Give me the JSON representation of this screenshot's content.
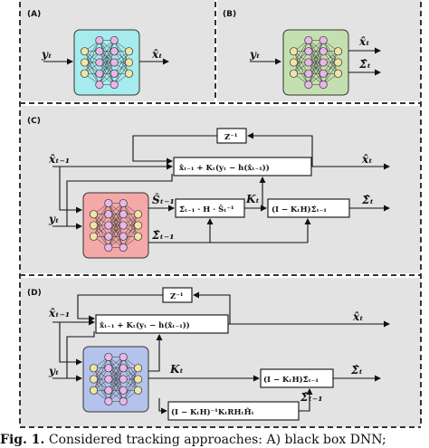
{
  "panels": {
    "a": {
      "label": "(A)",
      "input": "yₜ",
      "output": "x̂ₜ"
    },
    "b": {
      "label": "(B)",
      "input": "yₜ",
      "output_state": "x̂ₜ",
      "output_cov": "Σ̂ₜ"
    },
    "c": {
      "label": "(C)",
      "input_prev_state": "x̂ₜ₋₁",
      "input_obs": "yₜ",
      "delay": "Z⁻¹",
      "state_update": "x̂ₜ₋₁ + Kₜ(yₜ − h(x̂ₜ₋₁))",
      "gain_block": "Σ̂ₜ₋₁ · H · Ŝₜ⁻¹",
      "cov_update": "(I − KₜH)Σ̂ₜ₋₁",
      "sig_s": "Ŝₜ₋₁",
      "sig_k": "Kₜ",
      "sig_sigma": "Σ̂ₜ₋₁",
      "output_state": "x̂ₜ",
      "output_cov": "Σ̂ₜ"
    },
    "d": {
      "label": "(D)",
      "input_prev_state": "x̂ₜ₋₁",
      "input_obs": "yₜ",
      "delay": "Z⁻¹",
      "state_update": "x̂ₜ₋₁ + Kₜ(yₜ − h(x̂ₜ₋₁))",
      "cov_update": "(I − KₜH)Σ̂ₜ₋₁",
      "residual_block": "(I − KₜH)⁻¹KₜRHₜH̃ₜ",
      "sig_k": "Kₜ",
      "sig_sigma": "Σ̂ₜ₋₁",
      "output_state": "x̂ₜ",
      "output_cov": "Σ̂ₜ"
    }
  },
  "colors": {
    "nn_a": "#a6ecef",
    "nn_b": "#c4e0b0",
    "nn_c": "#f4a8a8",
    "nn_d": "#b3c3ec",
    "node": "#f0e4a6",
    "node_alt": "#e7b7e9"
  },
  "caption": {
    "prefix": "Fig. 1.",
    "text": "Considered tracking approaches: A) black box DNN;"
  }
}
